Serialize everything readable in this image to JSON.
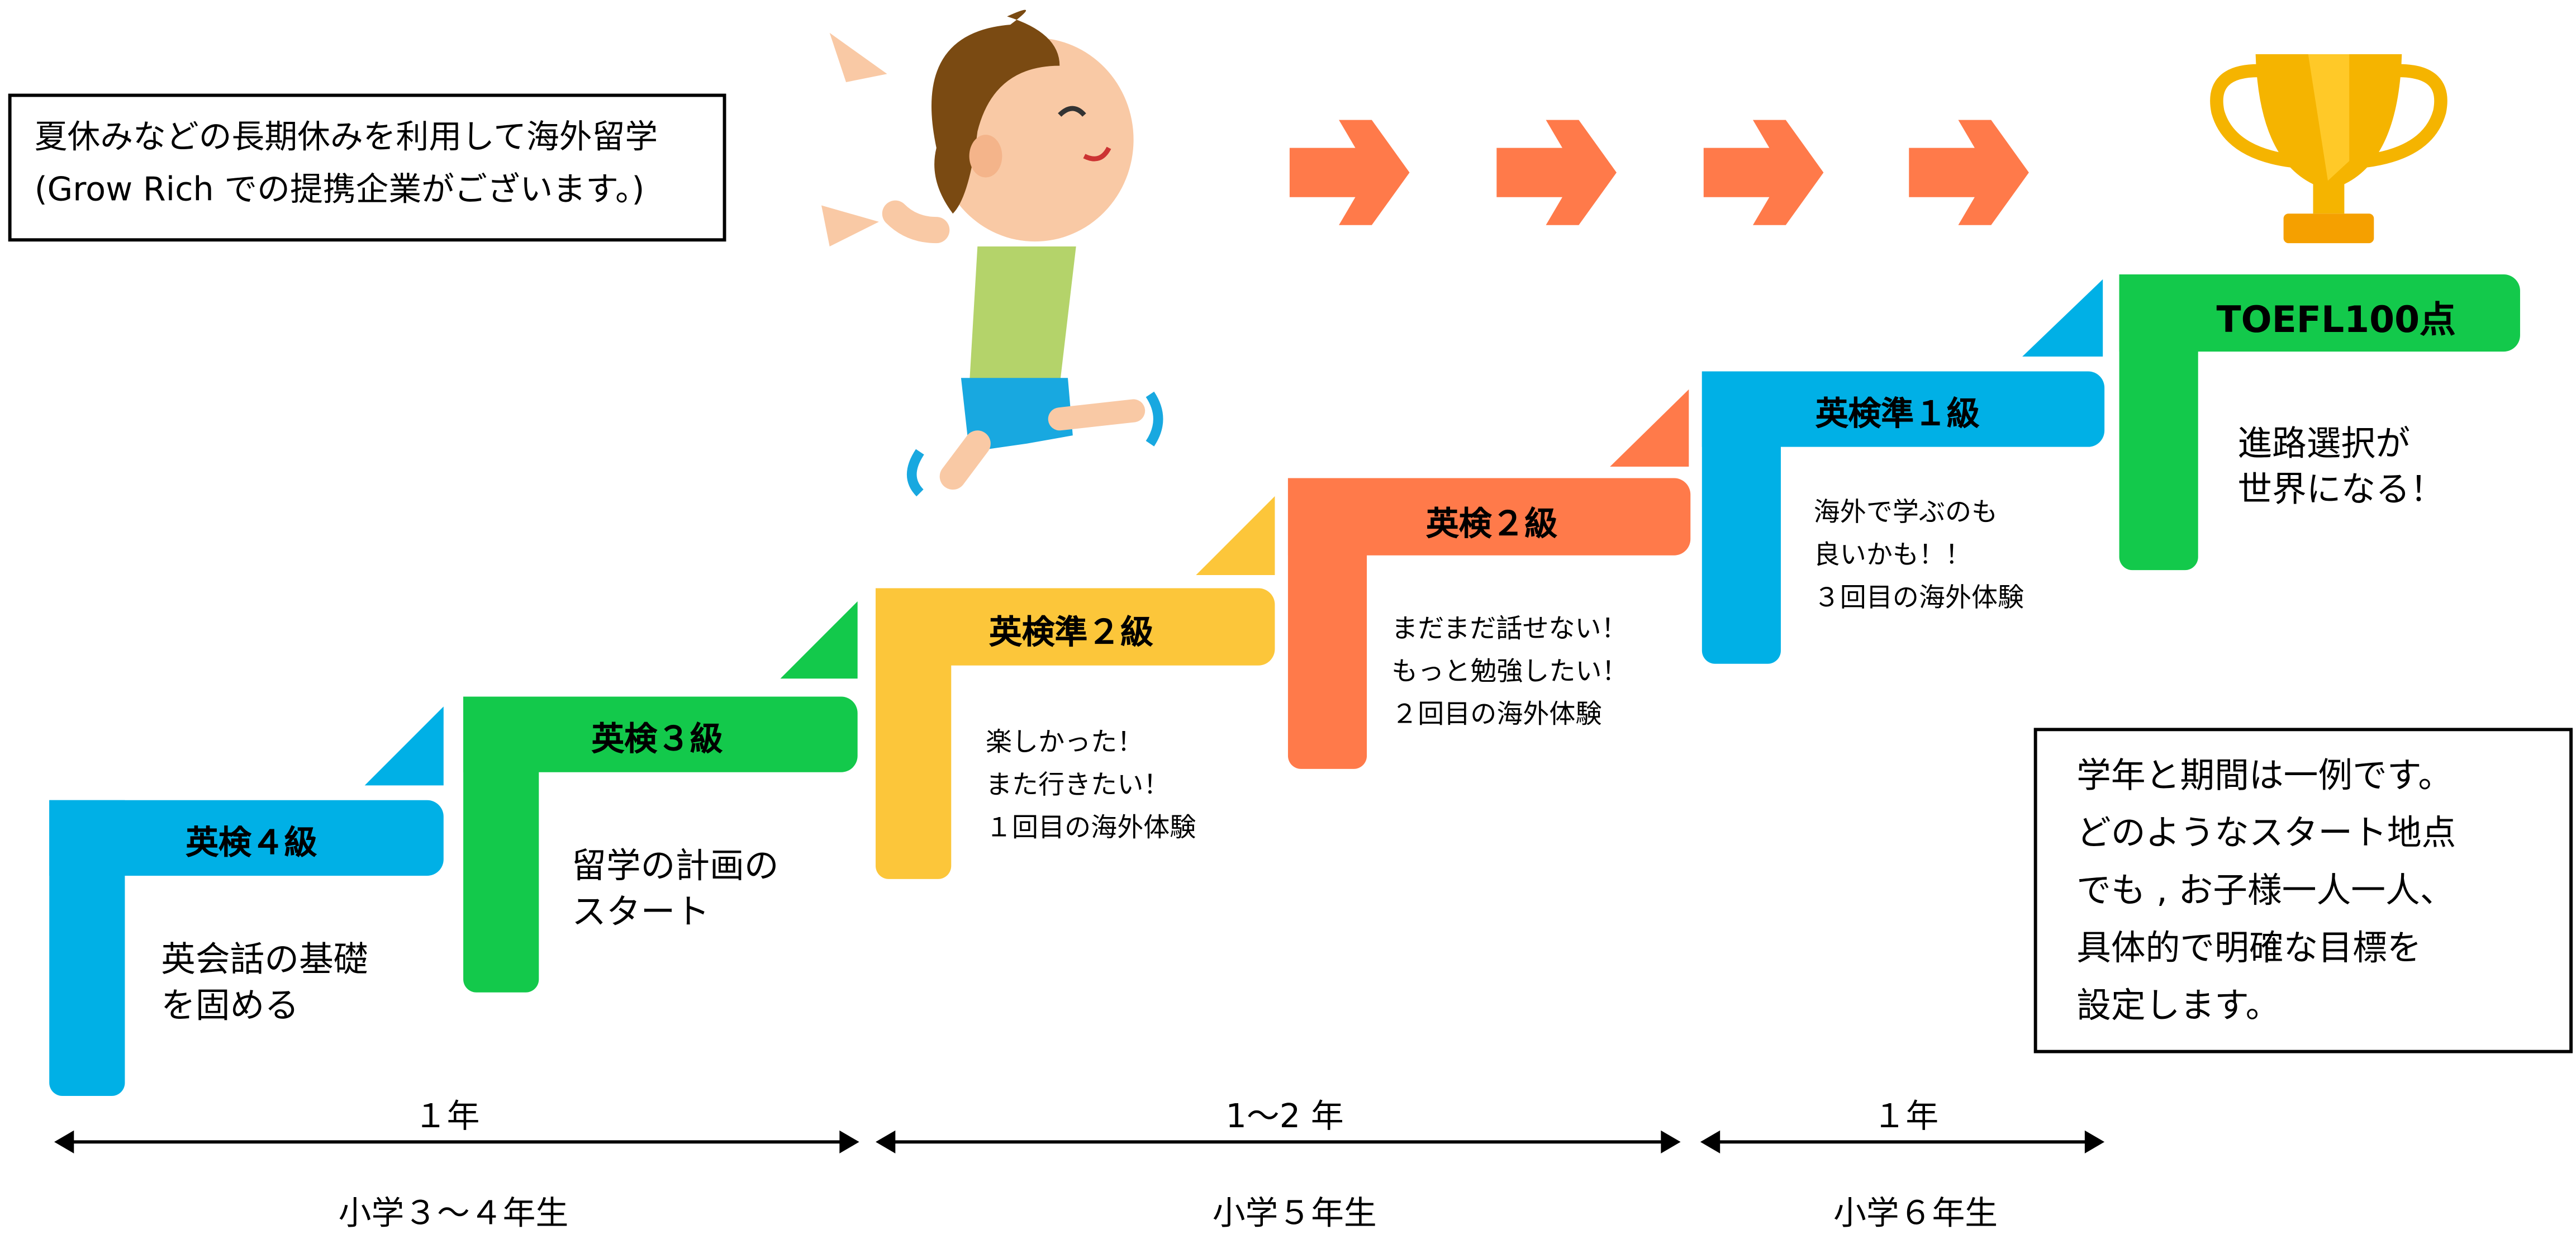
{
  "colors": {
    "blue": "#00b0e6",
    "green": "#13c94b",
    "yellow": "#fcc63a",
    "orange": "#ff7a4a"
  },
  "info_box": {
    "line1": "夏休みなどの長期休みを利用して海外留学",
    "line2": "(Grow Rich での提携企業がございます。)"
  },
  "note_box": {
    "lines": [
      "学年と期間は一例です。",
      "どのようなスタート地点",
      "でも , お子様一人一人、",
      "具体的で明確な目標を",
      "設定します。"
    ]
  },
  "steps": [
    {
      "title": "英検４級",
      "desc": [
        "英会話の基礎",
        "を固める"
      ]
    },
    {
      "title": "英検３級",
      "desc": [
        "留学の計画の",
        "スタート"
      ]
    },
    {
      "title": "英検準２級",
      "desc": [
        "楽しかった！",
        "また行きたい！",
        "１回目の海外体験"
      ]
    },
    {
      "title": "英検２級",
      "desc": [
        "まだまだ話せない！",
        "もっと勉強したい！",
        "２回目の海外体験"
      ]
    },
    {
      "title": "英検準１級",
      "desc": [
        "海外で学ぶのも",
        "良いかも！！",
        "３回目の海外体験"
      ]
    },
    {
      "title": "TOEFL100点",
      "desc": [
        "進路選択が",
        "世界になる！"
      ]
    }
  ],
  "timeline": [
    {
      "duration": "１年",
      "grade": "小学３〜４年生"
    },
    {
      "duration": "1〜2 年",
      "grade": "小学５年生"
    },
    {
      "duration": "１年",
      "grade": "小学６年生"
    }
  ],
  "icons": [
    "running-boy-illustration",
    "trophy-icon",
    "right-arrow-icon"
  ]
}
